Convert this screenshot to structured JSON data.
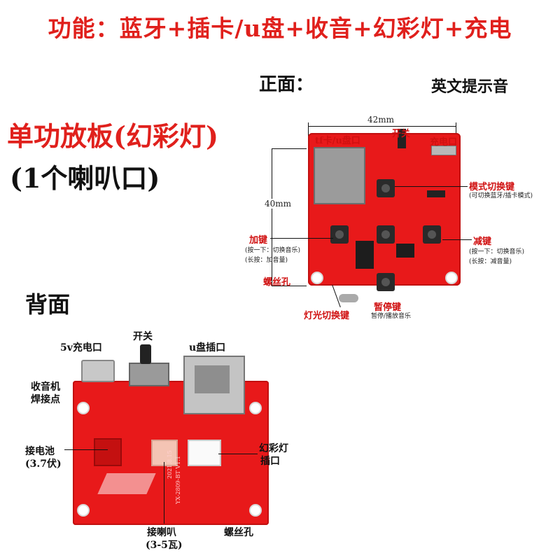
{
  "title": "功能：蓝牙+插卡/u盘+收音+幻彩灯+充电",
  "front": {
    "label": "正面：",
    "english_prompt": "英文提示音",
    "width_dim": "42mm",
    "height_dim": "40mm",
    "tf_slot": "tf卡/u盘口",
    "switch": "开关",
    "charge_port": "充电口",
    "mode_key": "模式切换键",
    "mode_key_note": "(可切换蓝牙/插卡模式)",
    "plus_key": "加键",
    "plus_note1": "(按一下：切换音乐)",
    "plus_note2": "(长按：加音量)",
    "minus_key": "减键",
    "minus_note1": "(按一下：切换音乐)",
    "minus_note2": "(长按：减音量)",
    "screw_hole": "螺丝孔",
    "pause_key": "暂停键",
    "pause_note": "暂停/播放音乐",
    "light_key": "灯光切换键"
  },
  "board": {
    "name": "单功放板(幻彩灯)",
    "speaker": "(1个喇叭口)"
  },
  "back": {
    "label": "背面",
    "charge_5v": "5v充电口",
    "switch": "开关",
    "usb_port": "u盘插口",
    "radio_pad1": "收音机",
    "radio_pad2": "焊接点",
    "battery1": "接电池",
    "battery2": "(3.7伏)",
    "light_port1": "幻彩灯",
    "light_port2": "插口",
    "speaker1": "接喇叭",
    "speaker2": "(3-5瓦)",
    "screw_hole": "螺丝孔",
    "silk": "2021.8.15",
    "silk2": "YX-2809-BT V1.1"
  },
  "colors": {
    "accent": "#e0201c",
    "pcb": "#e8191a"
  }
}
